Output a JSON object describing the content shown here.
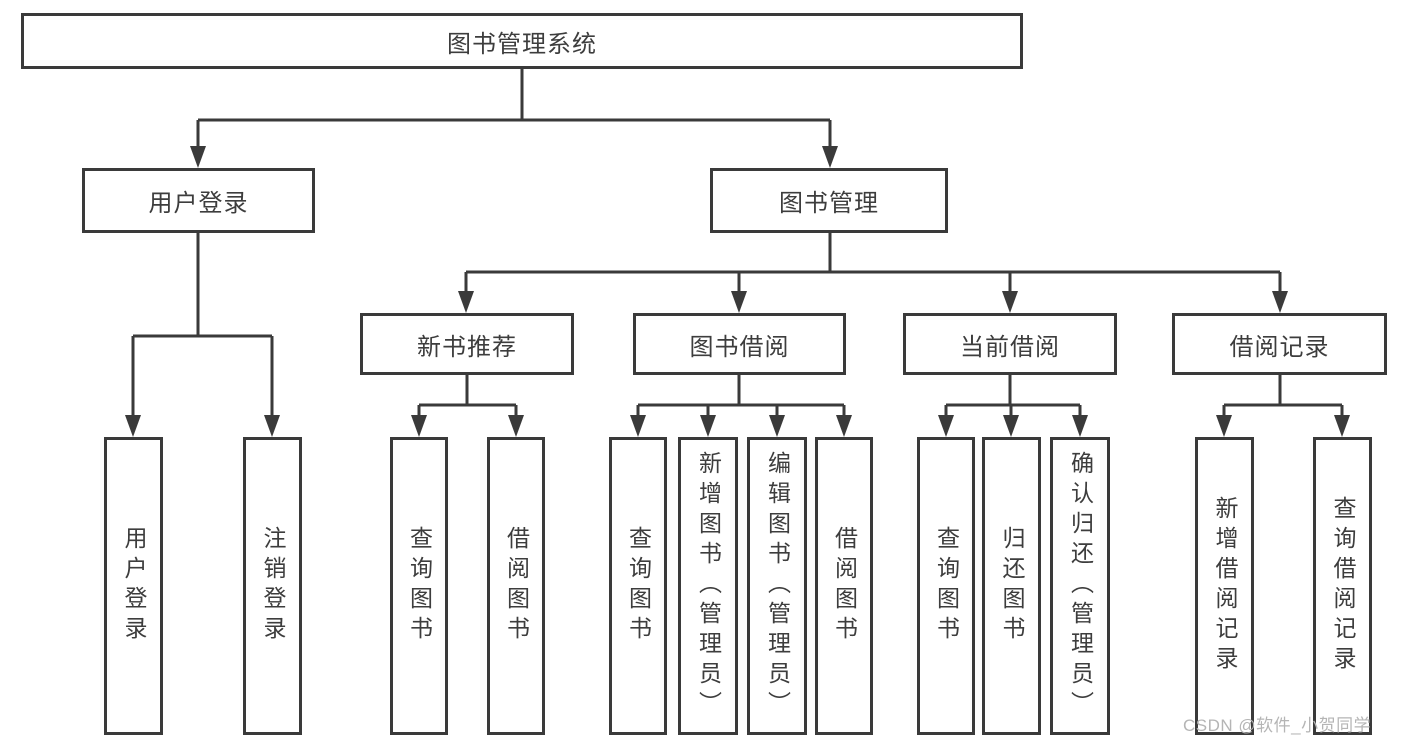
{
  "diagram_title": "图书管理系统",
  "tree": {
    "label": "图书管理系统",
    "children": [
      {
        "label": "用户登录",
        "children": [
          {
            "label": "用户登录"
          },
          {
            "label": "注销登录"
          }
        ]
      },
      {
        "label": "图书管理",
        "children": [
          {
            "label": "新书推荐",
            "children": [
              {
                "label": "查询图书"
              },
              {
                "label": "借阅图书"
              }
            ]
          },
          {
            "label": "图书借阅",
            "children": [
              {
                "label": "查询图书"
              },
              {
                "label": "新增图书（管理员）"
              },
              {
                "label": "编辑图书（管理员）"
              },
              {
                "label": "借阅图书"
              }
            ]
          },
          {
            "label": "当前借阅",
            "children": [
              {
                "label": "查询图书"
              },
              {
                "label": "归还图书"
              },
              {
                "label": "确认归还（管理员）"
              }
            ]
          },
          {
            "label": "借阅记录",
            "children": [
              {
                "label": "新增借阅记录"
              },
              {
                "label": "查询借阅记录"
              }
            ]
          }
        ]
      }
    ]
  },
  "watermark": "CSDN @软件_小贺同学",
  "colors": {
    "line": "#3a3a3a",
    "text": "#3d3d3d",
    "background": "#ffffff",
    "watermark": "#b5b5b5"
  }
}
